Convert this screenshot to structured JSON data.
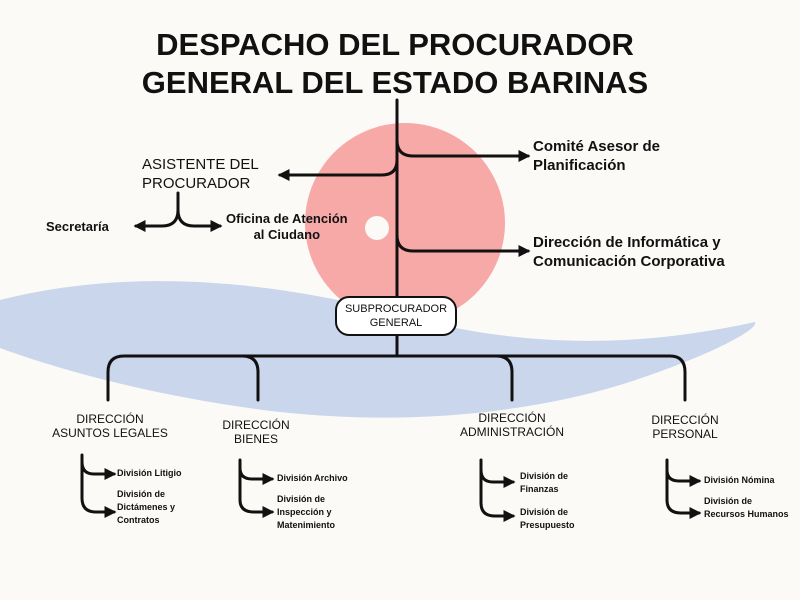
{
  "title": {
    "line1": "DESPACHO DEL PROCURADOR",
    "line2": "GENERAL DEL ESTADO BARINAS"
  },
  "asistente": {
    "line1": "ASISTENTE DEL",
    "line2": "PROCURADOR"
  },
  "secretaria": "Secretaría",
  "oficina": {
    "line1": "Oficina de Atención",
    "line2": "al Ciudano"
  },
  "comite": {
    "line1": "Comité Asesor de",
    "line2": "Planificación"
  },
  "informatica": {
    "line1": "Dirección de Informática y",
    "line2": "Comunicación Corporativa"
  },
  "subprocurador": {
    "line1": "SUBPROCURADOR",
    "line2": "GENERAL"
  },
  "direcciones": [
    {
      "line1": "DIRECCIÓN",
      "line2": "ASUNTOS LEGALES",
      "divisiones": [
        [
          "División Litigio"
        ],
        [
          "División de",
          "Dictámenes y",
          "Contratos"
        ]
      ]
    },
    {
      "line1": "DIRECCIÓN",
      "line2": "BIENES",
      "divisiones": [
        [
          "División Archivo"
        ],
        [
          "División de",
          "Inspección y",
          "Matenimiento"
        ]
      ]
    },
    {
      "line1": "DIRECCIÓN",
      "line2": "ADMINISTRACIÓN",
      "divisiones": [
        [
          "División de",
          "Finanzas"
        ],
        [
          "División de",
          "Presupuesto"
        ]
      ]
    },
    {
      "line1": "DIRECCIÓN",
      "line2": "PERSONAL",
      "divisiones": [
        [
          "División Nómina"
        ],
        [
          "División de",
          "Recursos Humanos"
        ]
      ]
    }
  ],
  "colors": {
    "circle": "#f7a9a8",
    "swoosh": "#c9d6ec",
    "line": "#111111"
  }
}
